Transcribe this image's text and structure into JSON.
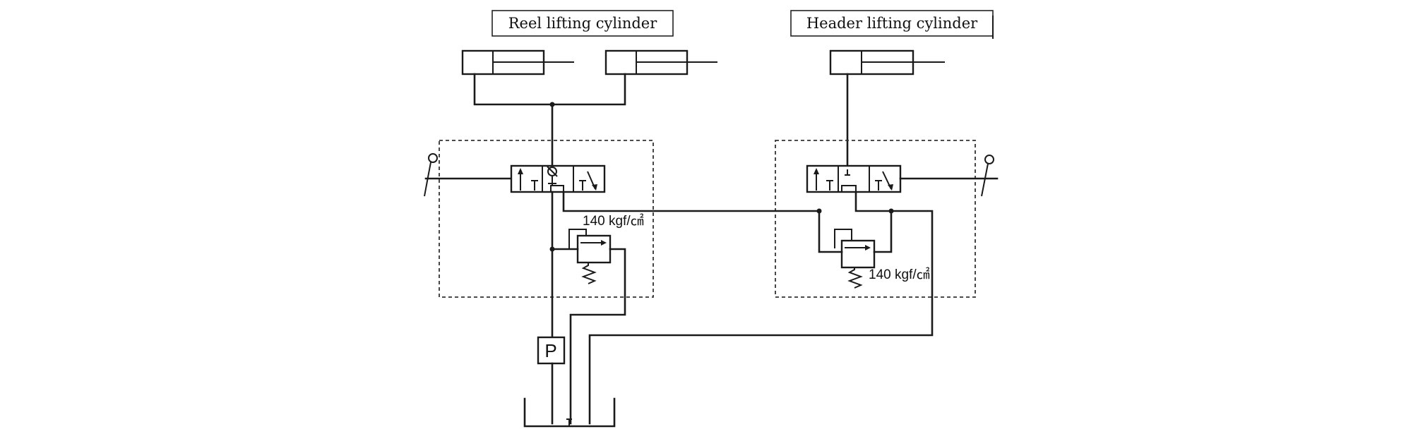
{
  "labels": {
    "reel_title": "Reel lifting cylinder",
    "header_title": "Header lifting cylinder",
    "left_relief_pressure": "140 kgf/㎠",
    "right_relief_pressure": "140 kgf/㎠",
    "pump": "P"
  }
}
